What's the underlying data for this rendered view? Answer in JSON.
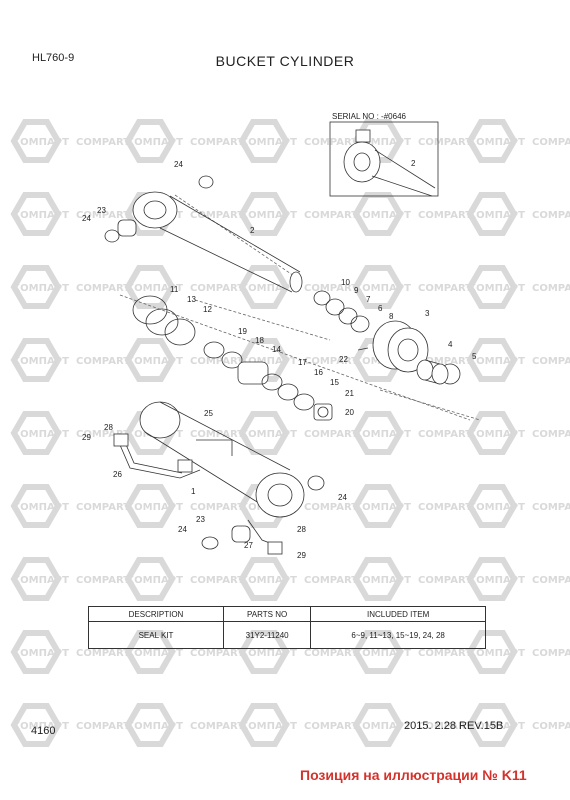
{
  "header": {
    "model": "HL760-9",
    "title": "BUCKET CYLINDER"
  },
  "inset": {
    "serial": "SERIAL NO : -#0646"
  },
  "watermark": {
    "brand_left": "КОМПАРТ",
    "brand_right": "COMPART"
  },
  "callouts": [
    "24",
    "23",
    "24",
    "2",
    "10",
    "9",
    "7",
    "6",
    "8",
    "3",
    "4",
    "5",
    "11",
    "13",
    "12",
    "19",
    "18",
    "14",
    "17",
    "16",
    "15",
    "21",
    "22",
    "20",
    "25",
    "28",
    "29",
    "26",
    "1",
    "24",
    "23",
    "24",
    "27",
    "28",
    "29",
    "2"
  ],
  "table": {
    "headers": [
      "DESCRIPTION",
      "PARTS NO",
      "INCLUDED ITEM"
    ],
    "rows": [
      [
        "SEAL KIT",
        "31Y2-11240",
        "6~9, 11~13, 15~19, 24, 28"
      ]
    ]
  },
  "footer": {
    "page_number": "4160",
    "date_rev": "2015. 2.28  REV.15B"
  },
  "note": "Позиция на иллюстрации № K11",
  "colors": {
    "watermark": "#d9d9d9",
    "note": "#d4322c",
    "line": "#333333"
  }
}
